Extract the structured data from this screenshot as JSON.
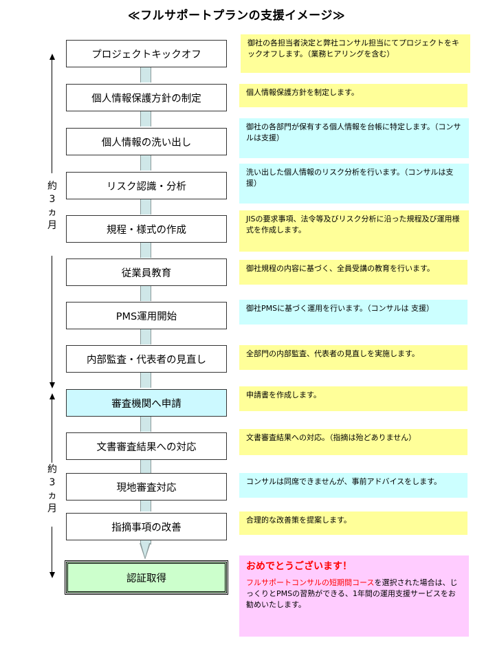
{
  "title": "≪フルサポートプランの支援イメージ≫",
  "period_labels": [
    {
      "chars": [
        "約",
        "3",
        "ヵ",
        "月"
      ]
    },
    {
      "chars": [
        "約",
        "3",
        "ヵ",
        "月"
      ]
    }
  ],
  "steps": [
    {
      "label": "プロジェクトキックオフ",
      "note": "御社の各担当者決定と弊社コンサル担当にてプロジェクトをキックオフします。（業務ヒアリングを含む）"
    },
    {
      "label": "個人情報保護方針の制定",
      "note": "個人情報保護方針を制定します。"
    },
    {
      "label": "個人情報の洗い出し",
      "note": "御社の各部門が保有する個人情報を台帳に特定します。（コンサルは支援）"
    },
    {
      "label": "リスク認識・分析",
      "note": "洗い出した個人情報のリスク分析を行います。（コンサルは支援）"
    },
    {
      "label": "規程・様式の作成",
      "note": "JISの要求事項、法令等及びリスク分析に沿った規程及び運用様式を作成します。"
    },
    {
      "label": "従業員教育",
      "note": "御社規程の内容に基づく、全員受講の教育を行います。"
    },
    {
      "label": "PMS運用開始",
      "note": "御社PMSに基づく運用を行います。（コンサルは 支援）"
    },
    {
      "label": "内部監査・代表者の見直し",
      "note": "全部門の内部監査、代表者の見直しを実施します。"
    },
    {
      "label": "審査機関へ申請",
      "note": "申請書を作成します。"
    },
    {
      "label": "文書審査結果への対応",
      "note": "文書審査結果への対応。（指摘は殆どありません）"
    },
    {
      "label": "現地審査対応",
      "note": "コンサルは同席できませんが、事前アドバイスをします。"
    },
    {
      "label": "指摘事項の改善",
      "note": "合理的な改善策を提案します。"
    }
  ],
  "final": {
    "label": "認証取得",
    "congrats": "おめでとうございます！",
    "text_highlight": "フルサポートコンサルの短期間コース",
    "text_rest": "を選択された場合は、じっくりとPMSの習熟ができる、1年間の運用支援サービスをお勧めいたします。"
  },
  "colors": {
    "yellow": "#ffff99",
    "cyan": "#ccffff",
    "pink": "#ffccff",
    "step_blue": "#ccf9ff",
    "final_green": "#ccffcc",
    "highlight_red": "#ff0000"
  }
}
